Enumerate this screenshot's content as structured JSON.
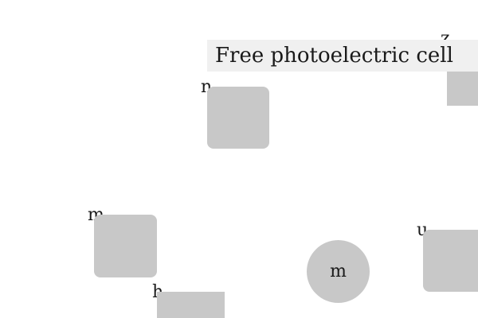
{
  "title": "Free photoelectric cell",
  "objects": [
    {
      "id": "tile-n",
      "label": "n"
    },
    {
      "id": "tile-z",
      "label": "z"
    },
    {
      "id": "tile-m-left",
      "label": "m"
    },
    {
      "id": "tile-h",
      "label": "h"
    },
    {
      "id": "circle-m",
      "label": "m"
    },
    {
      "id": "tile-u",
      "label": "u"
    }
  ],
  "colors": {
    "tile": "#c8c8c8",
    "title_bg": "#f0f0f0",
    "background": "#ffffff"
  }
}
